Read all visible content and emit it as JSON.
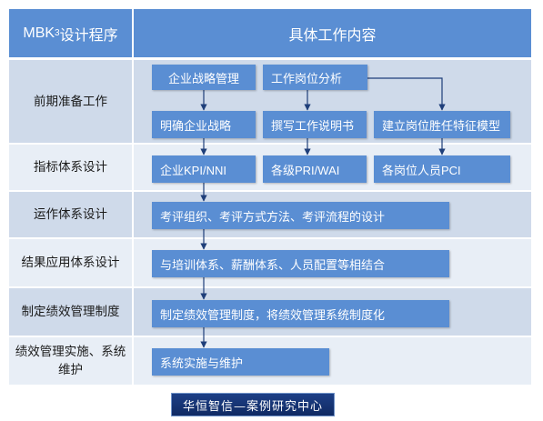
{
  "header": {
    "program_prefix": "MBK",
    "program_sub": "3",
    "program_suffix": "设计程序",
    "content": "具体工作内容"
  },
  "rows": [
    {
      "label": "前期准备工作"
    },
    {
      "label": "指标体系设计"
    },
    {
      "label": "运作体系设计"
    },
    {
      "label": "结果应用体系设计"
    },
    {
      "label": "制定绩效管理制度"
    },
    {
      "label": "绩效管理实施、系统维护"
    }
  ],
  "boxes": {
    "strategy_mgmt": "企业战略管理",
    "job_analysis": "工作岗位分析",
    "clarify_strategy": "明确企业战略",
    "write_job_desc": "撰写工作说明书",
    "competency_model": "建立岗位胜任特征模型",
    "enterprise_kpi": "企业KPI/NNI",
    "level_pri": "各级PRI/WAI",
    "position_pci": "各岗位人员PCI",
    "eval_design": "考评组织、考评方式方法、考评流程的设计",
    "combine": "与培训体系、薪酬体系、人员配置等相结合",
    "system": "制定绩效管理制度，将绩效管理系统制度化",
    "maintain": "系统实施与维护"
  },
  "logo_text": "华恒智信—案例研究中心",
  "colors": {
    "accent_blue": "#5a8ed3",
    "row_dark": "#cfdaea",
    "row_light": "#e8eef6",
    "arrow": "#1f3f7a"
  }
}
